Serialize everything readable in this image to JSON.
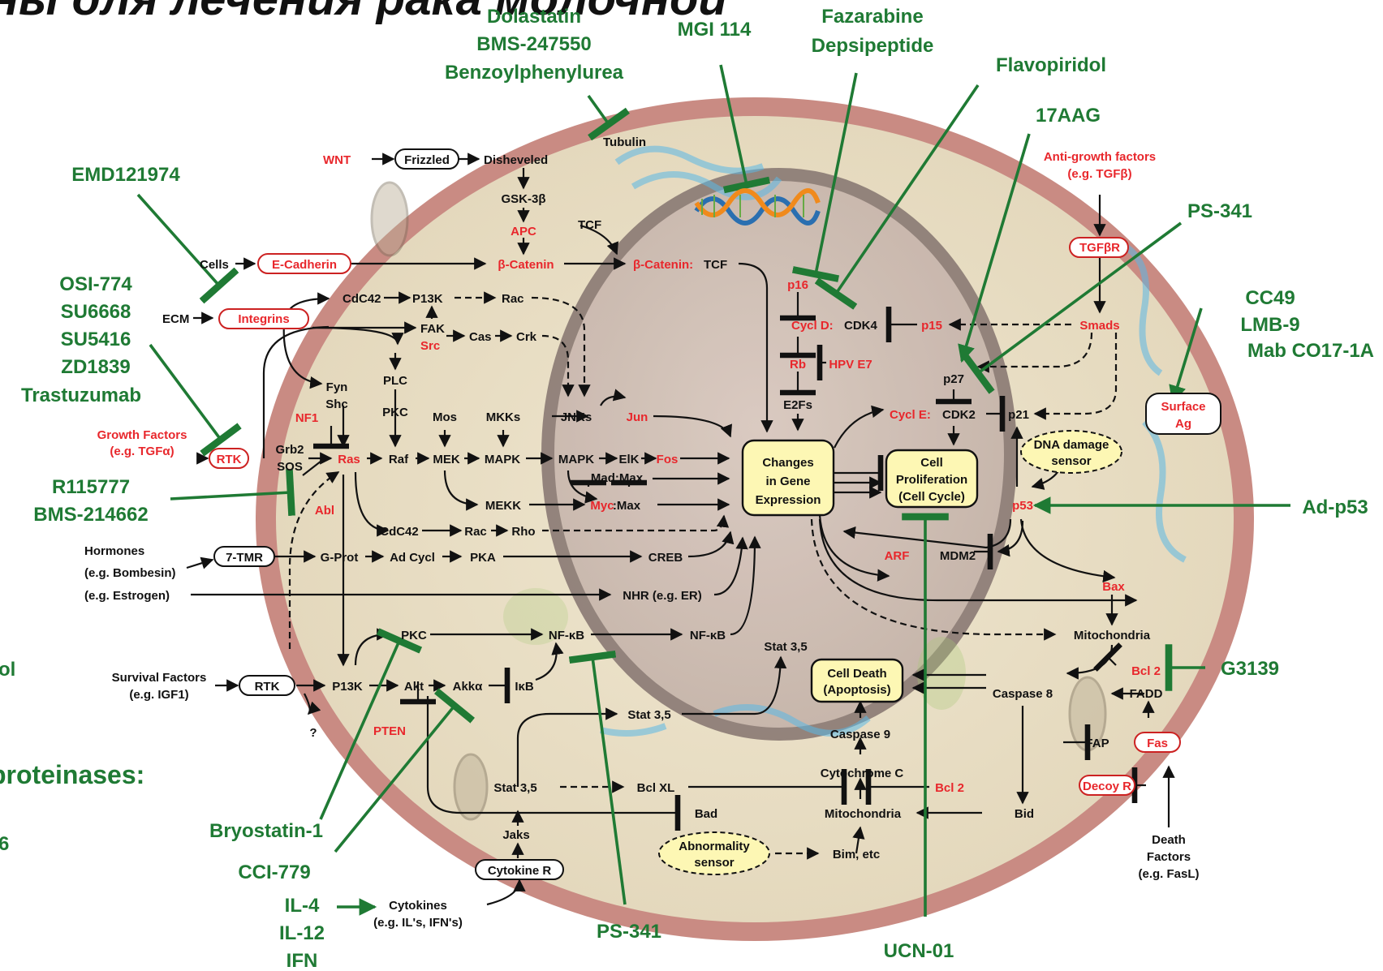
{
  "title": "ны для лечения рака молочной",
  "nodes": [
    {
      "id": "wnt",
      "text": "WNT",
      "color": "red"
    },
    {
      "id": "frizzled",
      "text": "Frizzled",
      "color": "black"
    },
    {
      "id": "disheveled",
      "text": "Disheveled",
      "color": "black"
    },
    {
      "id": "tubulin",
      "text": "Tubulin",
      "color": "black"
    },
    {
      "id": "gsk3b",
      "text": "GSK-3β",
      "color": "black"
    },
    {
      "id": "apc",
      "text": "APC",
      "color": "red"
    },
    {
      "id": "tcf",
      "text": "TCF",
      "color": "black"
    },
    {
      "id": "cells",
      "text": "Cells",
      "color": "black"
    },
    {
      "id": "e-cadherin",
      "text": "E-Cadherin",
      "color": "red"
    },
    {
      "id": "b-catenin",
      "text": "β-Catenin",
      "color": "red"
    },
    {
      "id": "b-catenin-tcf-a",
      "text": "β-Catenin:",
      "color": "red"
    },
    {
      "id": "b-catenin-tcf-b",
      "text": "TCF",
      "color": "black"
    },
    {
      "id": "ecm",
      "text": "ECM",
      "color": "black"
    },
    {
      "id": "integrins",
      "text": "Integrins",
      "color": "red"
    },
    {
      "id": "cdc42-top",
      "text": "CdC42",
      "color": "black"
    },
    {
      "id": "p13k-top",
      "text": "P13K",
      "color": "black"
    },
    {
      "id": "rac-top",
      "text": "Rac",
      "color": "black"
    },
    {
      "id": "fak",
      "text": "FAK",
      "color": "black"
    },
    {
      "id": "src",
      "text": "Src",
      "color": "red"
    },
    {
      "id": "cas",
      "text": "Cas",
      "color": "black"
    },
    {
      "id": "crk",
      "text": "Crk",
      "color": "black"
    },
    {
      "id": "fyn",
      "text": "Fyn",
      "color": "black"
    },
    {
      "id": "shc",
      "text": "Shc",
      "color": "black"
    },
    {
      "id": "plc",
      "text": "PLC",
      "color": "black"
    },
    {
      "id": "pkc-mid",
      "text": "PKC",
      "color": "black"
    },
    {
      "id": "mos",
      "text": "Mos",
      "color": "black"
    },
    {
      "id": "mkks",
      "text": "MKKs",
      "color": "black"
    },
    {
      "id": "jnks",
      "text": "JNKs",
      "color": "black"
    },
    {
      "id": "jun",
      "text": "Jun",
      "color": "red"
    },
    {
      "id": "nf1",
      "text": "NF1",
      "color": "red"
    },
    {
      "id": "growth-factors",
      "text": "Growth Factors",
      "color": "red"
    },
    {
      "id": "growth-factors-eg",
      "text": "(e.g. TGFα)",
      "color": "red"
    },
    {
      "id": "rtk",
      "text": "RTK",
      "color": "red"
    },
    {
      "id": "grb2",
      "text": "Grb2",
      "color": "black"
    },
    {
      "id": "sos",
      "text": "SOS",
      "color": "black"
    },
    {
      "id": "ras",
      "text": "Ras",
      "color": "red"
    },
    {
      "id": "raf",
      "text": "Raf",
      "color": "black"
    },
    {
      "id": "mek",
      "text": "MEK",
      "color": "black"
    },
    {
      "id": "mapk-1",
      "text": "MAPK",
      "color": "black"
    },
    {
      "id": "mapk-2",
      "text": "MAPK",
      "color": "black"
    },
    {
      "id": "elk",
      "text": "ElK",
      "color": "black"
    },
    {
      "id": "fos",
      "text": "Fos",
      "color": "red"
    },
    {
      "id": "mad-max",
      "text": "Mad:Max",
      "color": "black"
    },
    {
      "id": "mekk",
      "text": "MEKK",
      "color": "black"
    },
    {
      "id": "myc",
      "text": "Myc",
      "color": "red"
    },
    {
      "id": "myc-max",
      "text": ":Max",
      "color": "black"
    },
    {
      "id": "abl",
      "text": "Abl",
      "color": "red"
    },
    {
      "id": "cdc42-low",
      "text": "CdC42",
      "color": "black"
    },
    {
      "id": "rac-low",
      "text": "Rac",
      "color": "black"
    },
    {
      "id": "rho",
      "text": "Rho",
      "color": "black"
    },
    {
      "id": "hormones",
      "text": "Hormones",
      "color": "black"
    },
    {
      "id": "bombesin",
      "text": "(e.g. Bombesin)",
      "color": "black"
    },
    {
      "id": "estrogen",
      "text": "(e.g. Estrogen)",
      "color": "black"
    },
    {
      "id": "7-tmr",
      "text": "7-TMR",
      "color": "black"
    },
    {
      "id": "g-prot",
      "text": "G-Prot",
      "color": "black"
    },
    {
      "id": "ad-cycl",
      "text": "Ad Cycl",
      "color": "black"
    },
    {
      "id": "pka",
      "text": "PKA",
      "color": "black"
    },
    {
      "id": "creb",
      "text": "CREB",
      "color": "black"
    },
    {
      "id": "nhr",
      "text": "NHR (e.g. ER)",
      "color": "black"
    },
    {
      "id": "pkc-low",
      "text": "PKC",
      "color": "black"
    },
    {
      "id": "nfkb-1",
      "text": "NF-κB",
      "color": "black"
    },
    {
      "id": "nfkb-2",
      "text": "NF-κB",
      "color": "black"
    },
    {
      "id": "survival-factors",
      "text": "Survival Factors",
      "color": "black"
    },
    {
      "id": "igf1",
      "text": "(e.g. IGF1)",
      "color": "black"
    },
    {
      "id": "rtk-2",
      "text": "RTK",
      "color": "black"
    },
    {
      "id": "p13k-low",
      "text": "P13K",
      "color": "black"
    },
    {
      "id": "akt",
      "text": "Akt",
      "color": "black"
    },
    {
      "id": "akka",
      "text": "Akkα",
      "color": "black"
    },
    {
      "id": "ikb",
      "text": "IκB",
      "color": "black"
    },
    {
      "id": "question",
      "text": "?",
      "color": "black"
    },
    {
      "id": "pten",
      "text": "PTEN",
      "color": "red"
    },
    {
      "id": "stat35-mid",
      "text": "Stat 3,5",
      "color": "black"
    },
    {
      "id": "stat35-low",
      "text": "Stat 3,5",
      "color": "black"
    },
    {
      "id": "stat35-right",
      "text": "Stat 3,5",
      "color": "black"
    },
    {
      "id": "bcl-xl",
      "text": "Bcl XL",
      "color": "black"
    },
    {
      "id": "bad",
      "text": "Bad",
      "color": "black"
    },
    {
      "id": "jaks",
      "text": "Jaks",
      "color": "black"
    },
    {
      "id": "cytokine-r",
      "text": "Cytokine R",
      "color": "black"
    },
    {
      "id": "cytokines",
      "text": "Cytokines",
      "color": "black"
    },
    {
      "id": "cytokines-eg",
      "text": "(e.g. IL's, IFN's)",
      "color": "black"
    },
    {
      "id": "p16",
      "text": "p16",
      "color": "red"
    },
    {
      "id": "cycl-d-a",
      "text": "Cycl D:",
      "color": "red"
    },
    {
      "id": "cycl-d-b",
      "text": "CDK4",
      "color": "black"
    },
    {
      "id": "p15",
      "text": "p15",
      "color": "red"
    },
    {
      "id": "rb",
      "text": "Rb",
      "color": "red"
    },
    {
      "id": "hpv-e7",
      "text": "HPV E7",
      "color": "red"
    },
    {
      "id": "e2fs",
      "text": "E2Fs",
      "color": "black"
    },
    {
      "id": "anti-growth",
      "text": "Anti-growth factors",
      "color": "red"
    },
    {
      "id": "anti-growth-eg",
      "text": "(e.g. TGFβ)",
      "color": "red"
    },
    {
      "id": "tgfbr",
      "text": "TGFβR",
      "color": "red"
    },
    {
      "id": "smads",
      "text": "Smads",
      "color": "red"
    },
    {
      "id": "p27",
      "text": "p27",
      "color": "black"
    },
    {
      "id": "cycl-e-a",
      "text": "Cycl E:",
      "color": "red"
    },
    {
      "id": "cycl-e-b",
      "text": "CDK2",
      "color": "black"
    },
    {
      "id": "p21",
      "text": "p21",
      "color": "black"
    },
    {
      "id": "changes-1",
      "text": "Changes",
      "color": "black"
    },
    {
      "id": "changes-2",
      "text": "in Gene",
      "color": "black"
    },
    {
      "id": "changes-3",
      "text": "Expression",
      "color": "black"
    },
    {
      "id": "prolif-1",
      "text": "Cell",
      "color": "black"
    },
    {
      "id": "prolif-2",
      "text": "Proliferation",
      "color": "black"
    },
    {
      "id": "prolif-3",
      "text": "(Cell Cycle)",
      "color": "black"
    },
    {
      "id": "dna-damage-1",
      "text": "DNA damage",
      "color": "black"
    },
    {
      "id": "dna-damage-2",
      "text": "sensor",
      "color": "black"
    },
    {
      "id": "surface-ag-1",
      "text": "Surface",
      "color": "red"
    },
    {
      "id": "surface-ag-2",
      "text": "Ag",
      "color": "red"
    },
    {
      "id": "p53",
      "text": "p53",
      "color": "red"
    },
    {
      "id": "arf",
      "text": "ARF",
      "color": "red"
    },
    {
      "id": "mdm2",
      "text": "MDM2",
      "color": "black"
    },
    {
      "id": "bax",
      "text": "Bax",
      "color": "red"
    },
    {
      "id": "mito-right",
      "text": "Mitochondria",
      "color": "black"
    },
    {
      "id": "bcl2-right",
      "text": "Bcl 2",
      "color": "red"
    },
    {
      "id": "fadd",
      "text": "FADD",
      "color": "black"
    },
    {
      "id": "caspase-8",
      "text": "Caspase 8",
      "color": "black"
    },
    {
      "id": "cell-death-1",
      "text": "Cell Death",
      "color": "black"
    },
    {
      "id": "cell-death-2",
      "text": "(Apoptosis)",
      "color": "black"
    },
    {
      "id": "caspase-9",
      "text": "Caspase 9",
      "color": "black"
    },
    {
      "id": "cytochrome-c",
      "text": "Cytochrome C",
      "color": "black"
    },
    {
      "id": "bcl2-low",
      "text": "Bcl 2",
      "color": "red"
    },
    {
      "id": "fap",
      "text": "FAP",
      "color": "black"
    },
    {
      "id": "fas",
      "text": "Fas",
      "color": "red"
    },
    {
      "id": "decoy-r",
      "text": "Decoy R",
      "color": "red"
    },
    {
      "id": "mito-low",
      "text": "Mitochondria",
      "color": "black"
    },
    {
      "id": "bid",
      "text": "Bid",
      "color": "black"
    },
    {
      "id": "death-factors-1",
      "text": "Death",
      "color": "black"
    },
    {
      "id": "death-factors-2",
      "text": "Factors",
      "color": "black"
    },
    {
      "id": "death-factors-3",
      "text": "(e.g. FasL)",
      "color": "black"
    },
    {
      "id": "abnormality-1",
      "text": "Abnormality",
      "color": "black"
    },
    {
      "id": "abnormality-2",
      "text": "sensor",
      "color": "black"
    },
    {
      "id": "bim",
      "text": "Bim, etc",
      "color": "black"
    }
  ],
  "drugs": [
    {
      "id": "dolastatin",
      "text": "Dolastatin"
    },
    {
      "id": "bms-247550",
      "text": "BMS-247550"
    },
    {
      "id": "benzoylphenylurea",
      "text": "Benzoylphenylurea"
    },
    {
      "id": "mgi-114",
      "text": "MGI 114"
    },
    {
      "id": "fazarabine",
      "text": "Fazarabine"
    },
    {
      "id": "depsipeptide",
      "text": "Depsipeptide"
    },
    {
      "id": "flavopiridol",
      "text": "Flavopiridol"
    },
    {
      "id": "17aag",
      "text": "17AAG"
    },
    {
      "id": "emd121974",
      "text": "EMD121974"
    },
    {
      "id": "ps-341-top",
      "text": "PS-341"
    },
    {
      "id": "osi-774",
      "text": "OSI-774"
    },
    {
      "id": "su6668",
      "text": "SU6668"
    },
    {
      "id": "su5416",
      "text": "SU5416"
    },
    {
      "id": "zd1839",
      "text": "ZD1839"
    },
    {
      "id": "trastuzumab",
      "text": "Trastuzumab"
    },
    {
      "id": "cc49",
      "text": "CC49"
    },
    {
      "id": "lmb-9",
      "text": "LMB-9"
    },
    {
      "id": "mab-co17-1a",
      "text": "Mab CO17-1A"
    },
    {
      "id": "r115777",
      "text": "R115777"
    },
    {
      "id": "bms-214662",
      "text": "BMS-214662"
    },
    {
      "id": "ad-p53",
      "text": "Ad-p53"
    },
    {
      "id": "g3139",
      "text": "G3139"
    },
    {
      "id": "bryostatin-1",
      "text": "Bryostatin-1"
    },
    {
      "id": "cci-779",
      "text": "CCI-779"
    },
    {
      "id": "il-4",
      "text": "IL-4"
    },
    {
      "id": "il-12",
      "text": "IL-12"
    },
    {
      "id": "ifn",
      "text": "IFN"
    },
    {
      "id": "ps-341-bottom",
      "text": "PS-341"
    },
    {
      "id": "ucn-01",
      "text": "UCN-01"
    }
  ],
  "cropped": [
    {
      "id": "crop-ol",
      "text": "ol"
    },
    {
      "id": "crop-proteinases",
      "text": "proteinases:"
    },
    {
      "id": "crop-6",
      "text": "6"
    }
  ]
}
